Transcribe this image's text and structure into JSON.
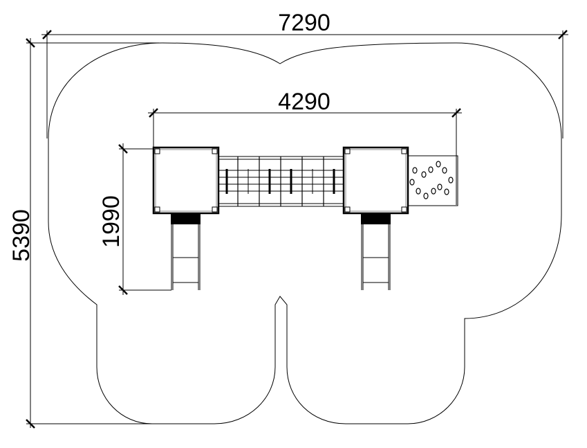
{
  "dimensions": {
    "overall_width": "7290",
    "overall_depth": "5390",
    "structure_width": "4290",
    "structure_depth": "1990"
  }
}
